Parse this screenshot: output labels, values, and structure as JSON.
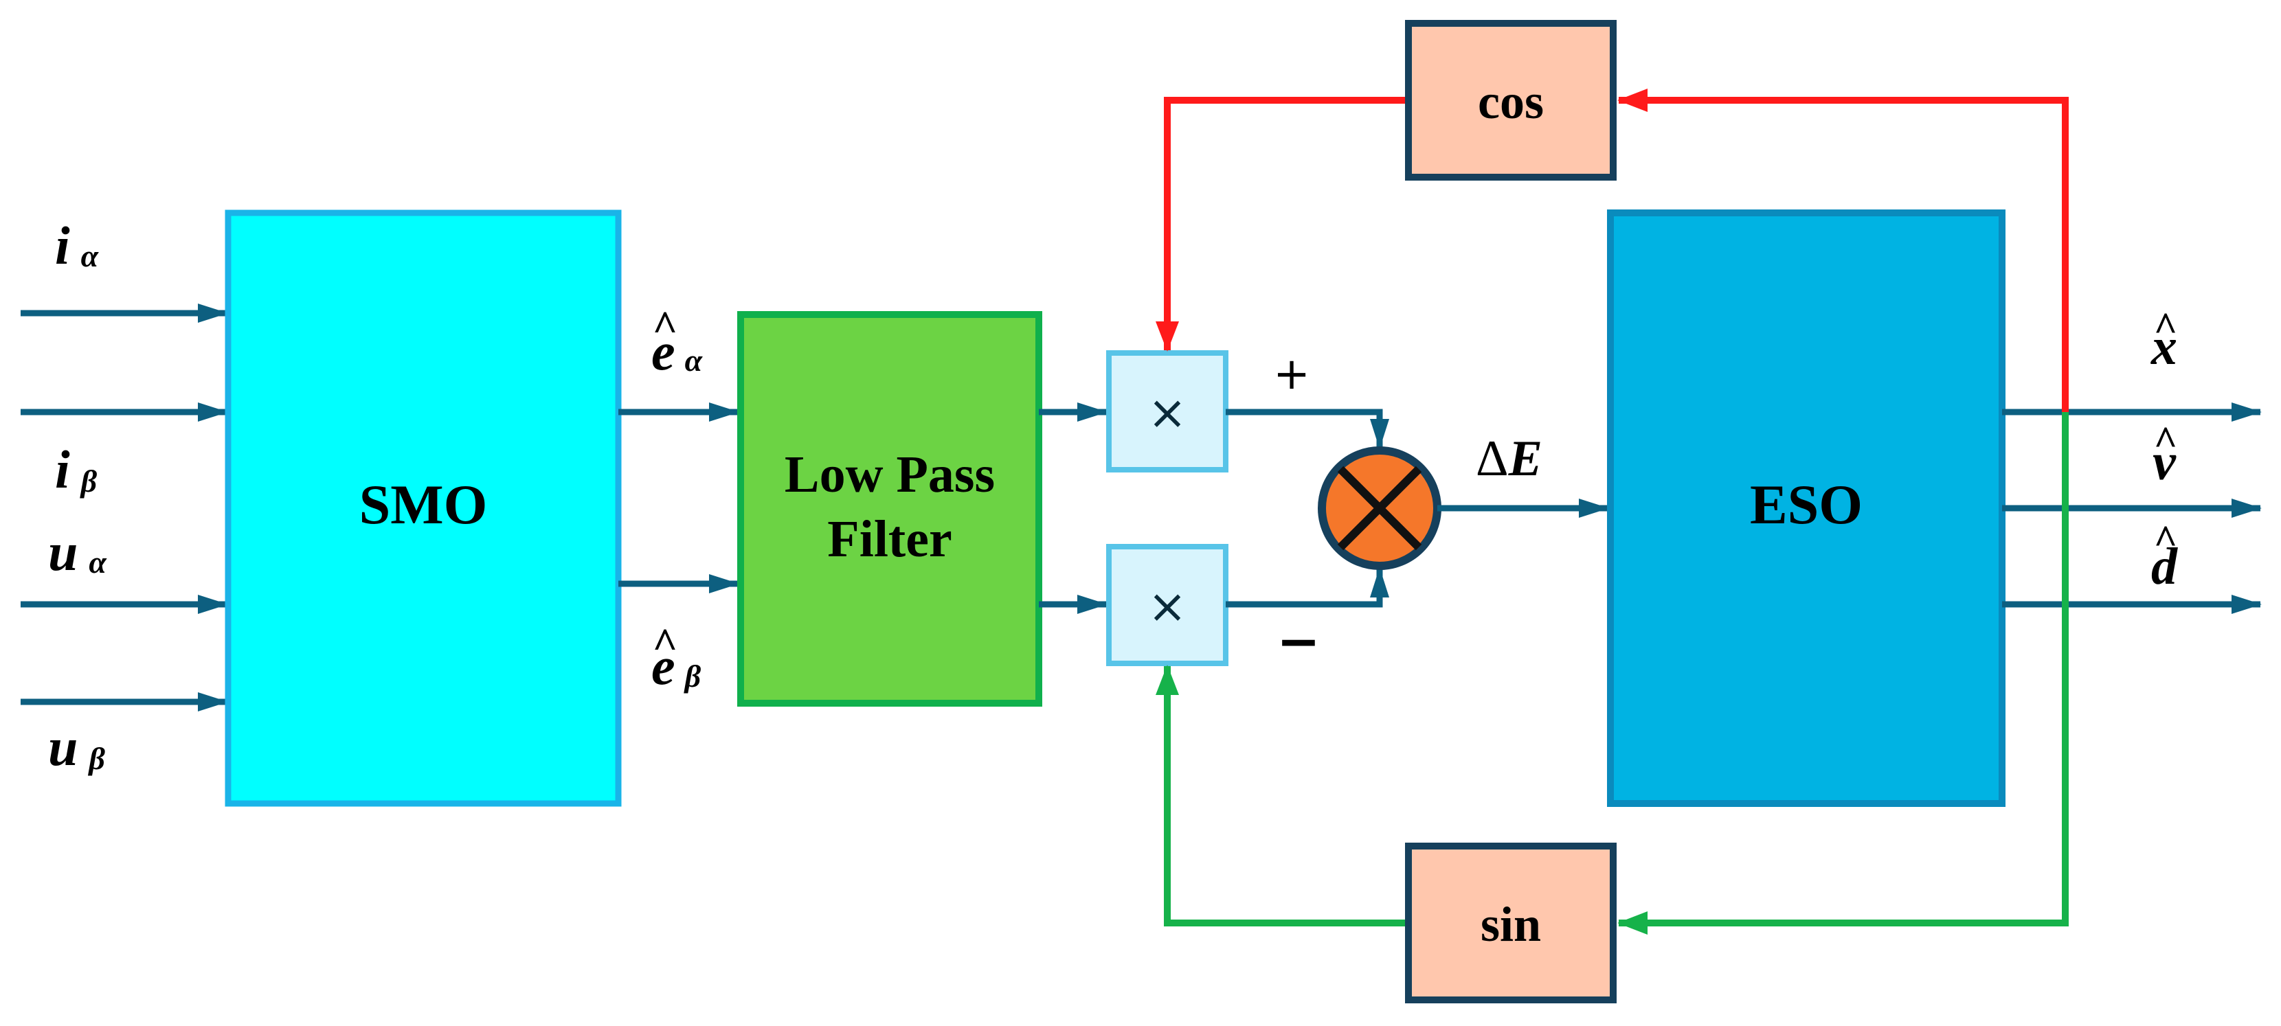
{
  "blocks": {
    "smo": "SMO",
    "lpf_line1": "Low Pass",
    "lpf_line2": "Filter",
    "eso": "ESO",
    "cos": "cos",
    "sin": "sin",
    "mult_top": "×",
    "mult_bottom": "×"
  },
  "inputs": {
    "i_alpha": {
      "base": "i",
      "sub": "α"
    },
    "i_beta": {
      "base": "i",
      "sub": "β"
    },
    "u_alpha": {
      "base": "u",
      "sub": "α"
    },
    "u_beta": {
      "base": "u",
      "sub": "β"
    }
  },
  "signals": {
    "e_alpha": {
      "hat": "^",
      "base": "e",
      "sub": "α"
    },
    "e_beta": {
      "hat": "^",
      "base": "e",
      "sub": "β"
    },
    "delta_e": {
      "delta": "Δ",
      "base": "E"
    },
    "plus": "+",
    "minus": "−"
  },
  "outputs": {
    "x": {
      "hat": "^",
      "base": "x"
    },
    "v": {
      "hat": "^",
      "base": "v"
    },
    "d": {
      "hat": "^",
      "base": "d"
    }
  },
  "colors": {
    "signal": "#0d5f80",
    "cos_path": "#ff1a1a",
    "sin_path": "#16b24a",
    "smo_fill": "#00ffff",
    "smo_stroke": "#1ab4e8",
    "lpf_fill": "#6cd344",
    "lpf_stroke": "#10b04c",
    "eso_fill": "#00b3e3",
    "eso_stroke": "#0a8bbd",
    "trig_fill": "#ffc7ad",
    "trig_stroke": "#16405c",
    "mult_fill": "#d8f4fd",
    "mult_stroke": "#58c4e8",
    "sum_fill": "#f5772a"
  }
}
